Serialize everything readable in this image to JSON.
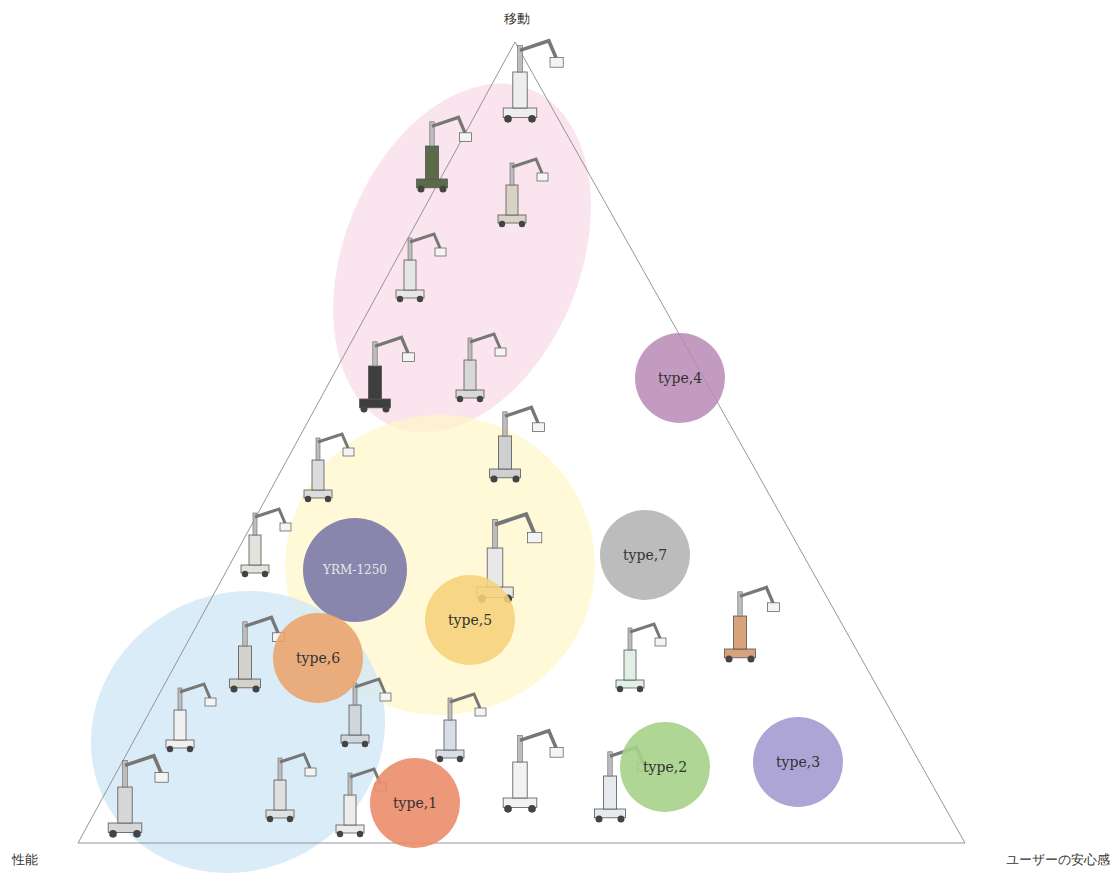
{
  "diagram": {
    "nodes": [
      {
        "text": [
          "type,4"
        ]
      },
      {
        "text": [
          "type,7"
        ]
      },
      {
        "text": [
          "YRM-1250"
        ]
      },
      {
        "text": [
          "type,5"
        ]
      },
      {
        "text": [
          "type,6"
        ]
      },
      {
        "text": [
          "type,2"
        ]
      },
      {
        "text": [
          "type,3"
        ]
      },
      {
        "text": [
          "type,1"
        ]
      }
    ],
    "labels": [
      "移動",
      "性能",
      "ユーザーの安心感"
    ]
  }
}
